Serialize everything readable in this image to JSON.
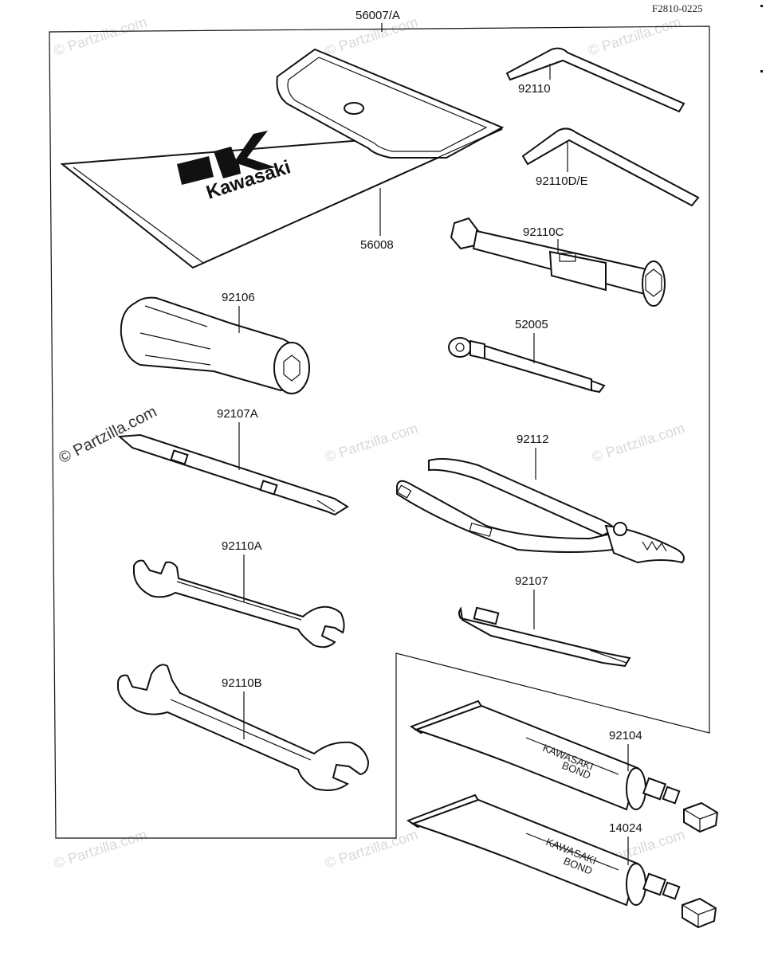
{
  "diagram_code": "F2810-0225",
  "logo_text": "Kawasaki",
  "tube_text": [
    "KAWASAKI",
    "BOND"
  ],
  "watermarks": {
    "main": "© Partzilla.com",
    "faint": "© Partzilla.com"
  },
  "parts": [
    {
      "id": "tool-bag-set",
      "number": "56007/A"
    },
    {
      "id": "tool-bag",
      "number": "56008"
    },
    {
      "id": "hex-wrench-1",
      "number": "92110"
    },
    {
      "id": "hex-wrench-2",
      "number": "92110D/E"
    },
    {
      "id": "spark-plug-wrench",
      "number": "92110C"
    },
    {
      "id": "screwdriver-handle",
      "number": "92106"
    },
    {
      "id": "extension-bar",
      "number": "52005"
    },
    {
      "id": "screwdriver-bit-a",
      "number": "92107A"
    },
    {
      "id": "pliers",
      "number": "92112"
    },
    {
      "id": "open-end-wrench-a",
      "number": "92110A"
    },
    {
      "id": "screwdriver-bit",
      "number": "92107"
    },
    {
      "id": "open-end-wrench-b",
      "number": "92110B"
    },
    {
      "id": "bond-tube-1",
      "number": "92104"
    },
    {
      "id": "bond-tube-2",
      "number": "14024"
    }
  ]
}
